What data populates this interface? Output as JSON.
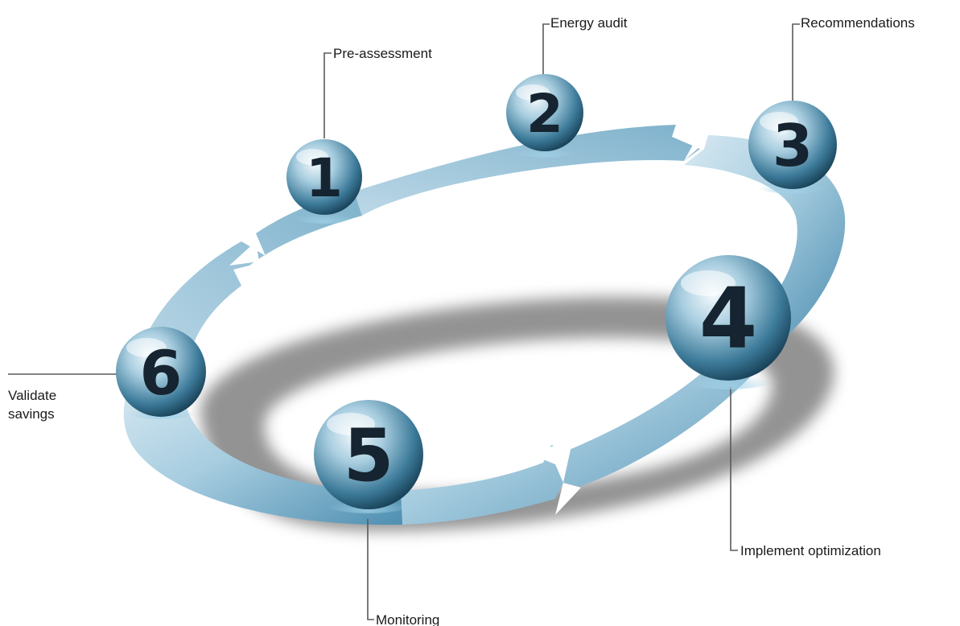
{
  "steps": [
    {
      "number": "1",
      "label": "Pre-assessment"
    },
    {
      "number": "2",
      "label": "Energy audit"
    },
    {
      "number": "3",
      "label": "Recommendations"
    },
    {
      "number": "4",
      "label": "Implement optimization"
    },
    {
      "number": "5",
      "label": "Monitoring"
    },
    {
      "number": "6",
      "label_lines": [
        "Validate",
        "savings"
      ]
    }
  ],
  "colors": {
    "ribbon_light": "#cfe3ee",
    "ribbon_mid": "#8ebcd4",
    "ribbon_dark": "#4f8fb1",
    "ball_light": "#e9f3f8",
    "ball_mid": "#6aa0bc",
    "ball_dark": "#1f5672",
    "number_text": "#152430",
    "label_text": "#1a1a1a",
    "leader_line": "#5a5a5a",
    "shadow": "#6f6f6f"
  }
}
